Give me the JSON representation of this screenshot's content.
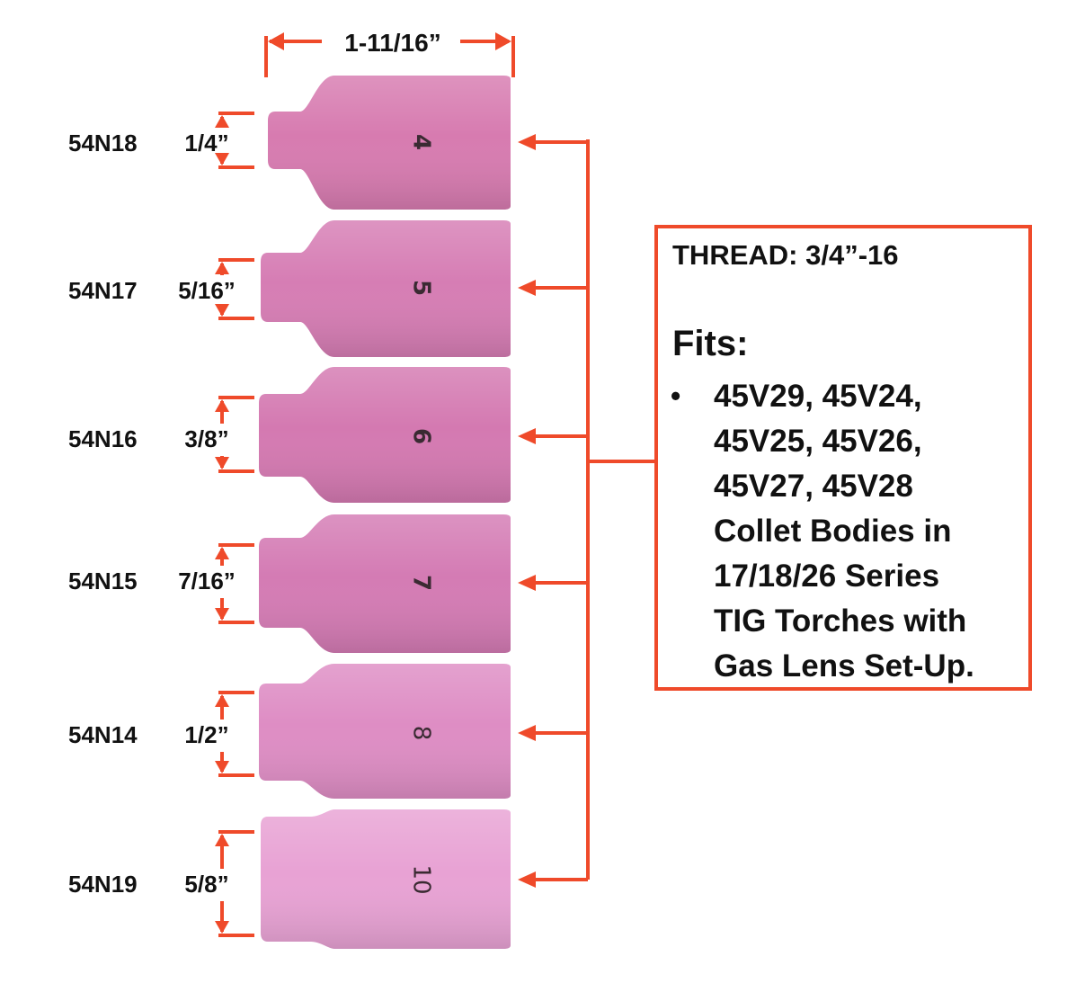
{
  "overall_width_label": "1-11/16”",
  "accent_color": "#ef4a2a",
  "cups": [
    {
      "part": "54N18",
      "orifice": "1/4”",
      "cup_number": "4",
      "color": "#d77bb0"
    },
    {
      "part": "54N17",
      "orifice": "5/16”",
      "cup_number": "5",
      "color": "#d67db4"
    },
    {
      "part": "54N16",
      "orifice": "3/8”",
      "cup_number": "6",
      "color": "#d479b1"
    },
    {
      "part": "54N15",
      "orifice": "7/16”",
      "cup_number": "7",
      "color": "#d47bb4"
    },
    {
      "part": "54N14",
      "orifice": "1/2”",
      "cup_number": "8",
      "color": "#de8dc4"
    },
    {
      "part": "54N19",
      "orifice": "5/8”",
      "cup_number": "10",
      "color": "#e8a2d4"
    }
  ],
  "info": {
    "thread": "THREAD: 3/4”-16",
    "fits_heading": "Fits:",
    "bullet": "•",
    "fits_lines": [
      "45V29, 45V24,",
      "45V25, 45V26,",
      "45V27, 45V28",
      "Collet Bodies in",
      "17/18/26 Series",
      "TIG Torches with",
      "Gas Lens Set-Up."
    ]
  }
}
